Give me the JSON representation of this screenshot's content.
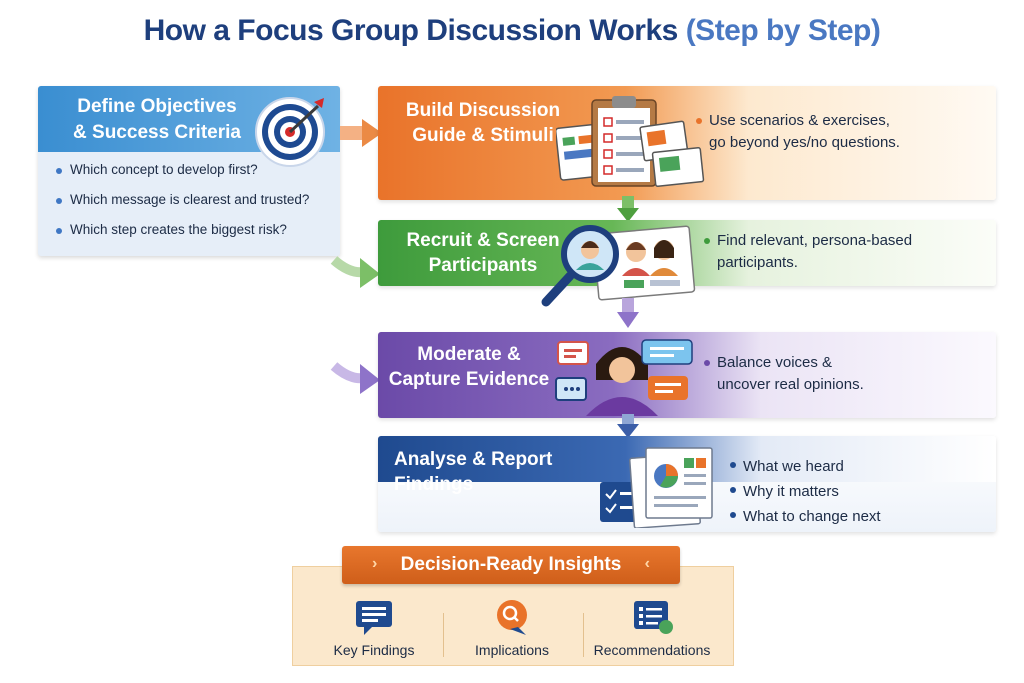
{
  "title": {
    "main": "How a Focus Group Discussion Works",
    "accent": "(Step by Step)"
  },
  "objectives": {
    "heading_line1": "Define Objectives",
    "heading_line2": "& Success Criteria",
    "icon": "target-icon",
    "questions": [
      "Which concept to develop first?",
      "Which message is clearest and trusted?",
      "Which step creates the biggest risk?"
    ]
  },
  "steps": [
    {
      "heading_line1": "Build Discussion",
      "heading_line2": "Guide & Stimuli",
      "icon": "clipboard-icon",
      "bullet_color": "#e9732a",
      "points": [
        "Use scenarios & exercises,",
        "go beyond yes/no questions."
      ]
    },
    {
      "heading_line1": "Recruit & Screen",
      "heading_line2": "Participants",
      "icon": "magnifier-people-icon",
      "bullet_color": "#3e9b3c",
      "points": [
        "Find relevant, persona-based",
        "participants."
      ]
    },
    {
      "heading_line1": "Moderate &",
      "heading_line2": "Capture Evidence",
      "icon": "moderator-chat-icon",
      "bullet_color": "#6b4aa8",
      "points": [
        "Balance voices &",
        "uncover real opinions."
      ]
    },
    {
      "heading_line1": "Analyse & Report Findings",
      "icon": "report-chart-icon",
      "bullet_color": "#1f4a8f",
      "points": [
        "What we heard",
        "Why it matters",
        "What to change next"
      ]
    }
  ],
  "insights": {
    "title": "Decision-Ready Insights",
    "items": [
      {
        "label": "Key Findings",
        "icon": "speech-list-icon"
      },
      {
        "label": "Implications",
        "icon": "lightbulb-chat-icon"
      },
      {
        "label": "Recommendations",
        "icon": "checklist-icon"
      }
    ]
  },
  "colors": {
    "title": "#1e3f7d",
    "accent": "#4a78c2",
    "objectives": "#3a8ed1",
    "build": "#e9732a",
    "recruit": "#3e9b3c",
    "moderate": "#6b4aa8",
    "analyse": "#1f4a8f"
  }
}
